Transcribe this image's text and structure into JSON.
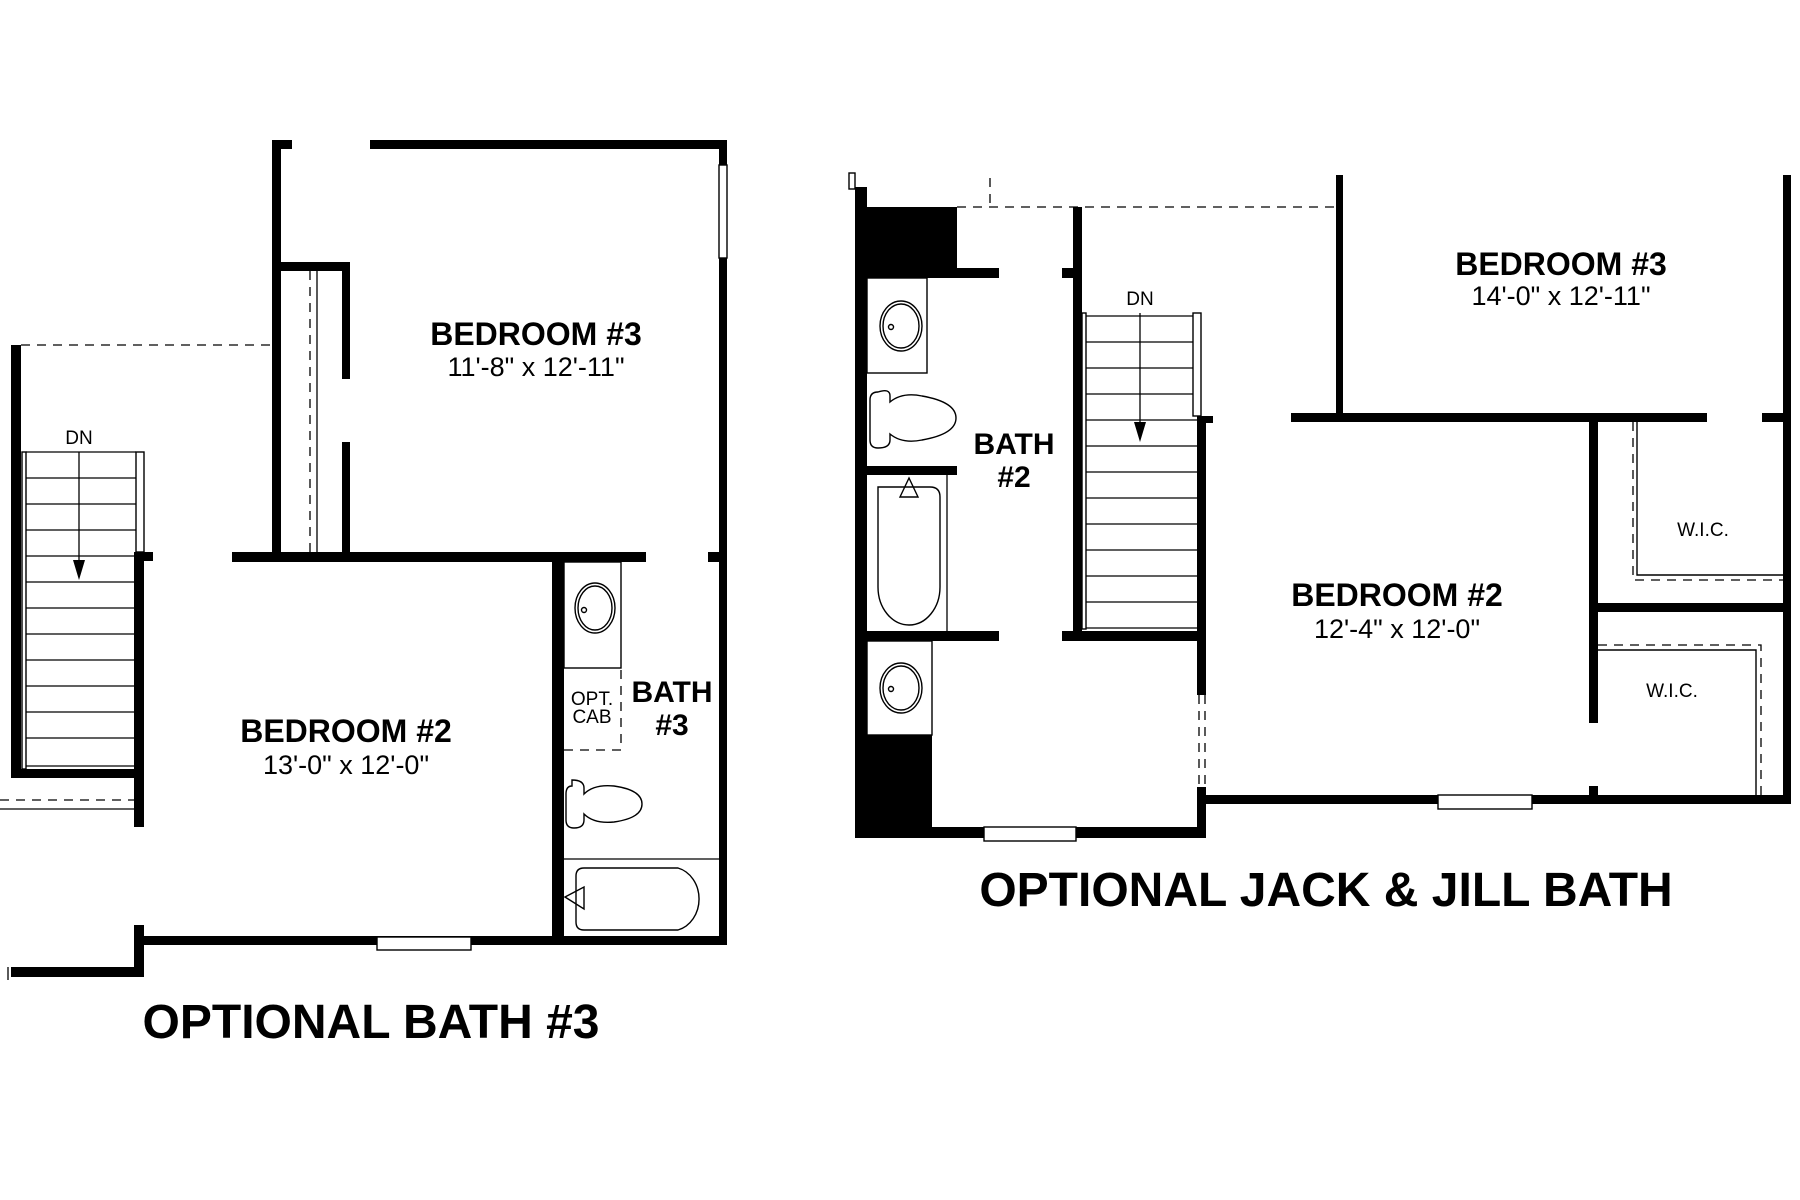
{
  "plans": {
    "left": {
      "title": "OPTIONAL BATH #3",
      "rooms": {
        "bedroom3": {
          "name": "BEDROOM #3",
          "dims": "11'-8\" x 12'-11\""
        },
        "bedroom2": {
          "name": "BEDROOM #2",
          "dims": "13'-0\" x 12'-0\""
        },
        "bath3": {
          "name_line1": "BATH",
          "name_line2": "#3"
        }
      },
      "labels": {
        "stairs": "DN",
        "opt_cab_line1": "OPT.",
        "opt_cab_line2": "CAB"
      }
    },
    "right": {
      "title": "OPTIONAL JACK & JILL BATH",
      "rooms": {
        "bedroom3": {
          "name": "BEDROOM #3",
          "dims": "14'-0\" x 12'-11\""
        },
        "bedroom2": {
          "name": "BEDROOM #2",
          "dims": "12'-4\" x 12'-0\""
        },
        "bath2": {
          "name_line1": "BATH",
          "name_line2": "#2"
        },
        "wic_upper": "W.I.C.",
        "wic_lower": "W.I.C."
      },
      "labels": {
        "stairs": "DN"
      }
    }
  },
  "colors": {
    "wall": "#000000",
    "background": "#ffffff"
  }
}
